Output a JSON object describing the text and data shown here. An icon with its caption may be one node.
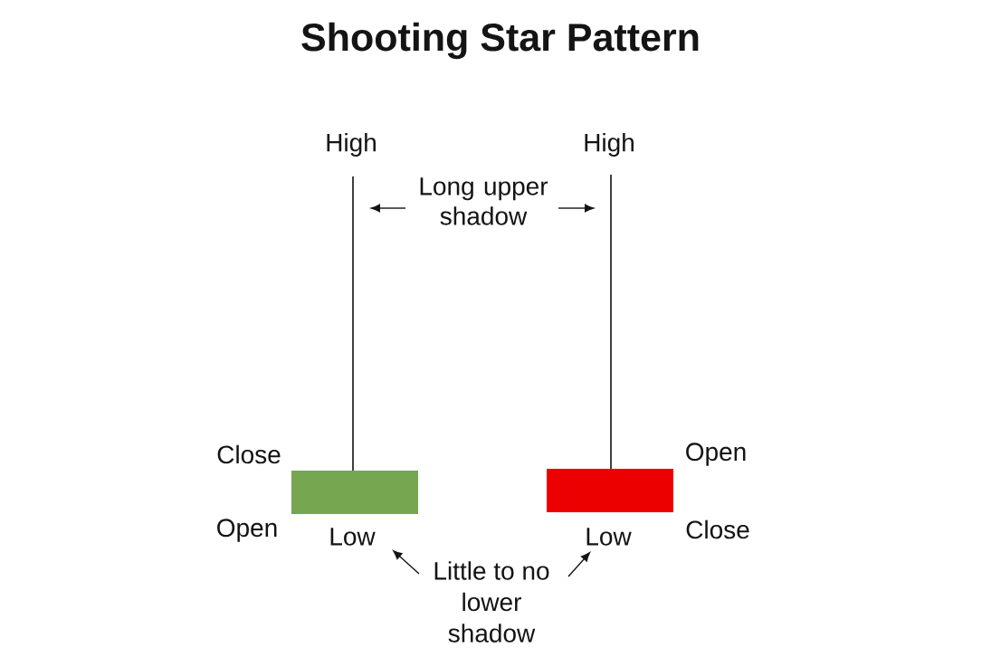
{
  "diagram": {
    "title": "Shooting Star Pattern",
    "nodes": [
      {
        "text": [],
        "shape": "line",
        "beside": [
          "High"
        ]
      },
      {
        "text": [
          "Long upper shadow"
        ]
      },
      {
        "text": [],
        "shape": "line",
        "beside": [
          "High"
        ]
      },
      {
        "text": [],
        "shape": "box",
        "beside": [
          "Close",
          "Open",
          "Low"
        ]
      },
      {
        "text": [],
        "shape": "box",
        "beside": [
          "Open",
          "Close",
          "Low"
        ]
      },
      {
        "text": [
          "Little to no lower shadow"
        ]
      }
    ],
    "edges": [
      {
        "from": 1,
        "to": 0,
        "arrow": "to"
      },
      {
        "from": 1,
        "to": 2,
        "arrow": "to"
      },
      {
        "from": 5,
        "to": 3,
        "arrow": "to"
      },
      {
        "from": 5,
        "to": 4,
        "arrow": "to"
      }
    ]
  }
}
